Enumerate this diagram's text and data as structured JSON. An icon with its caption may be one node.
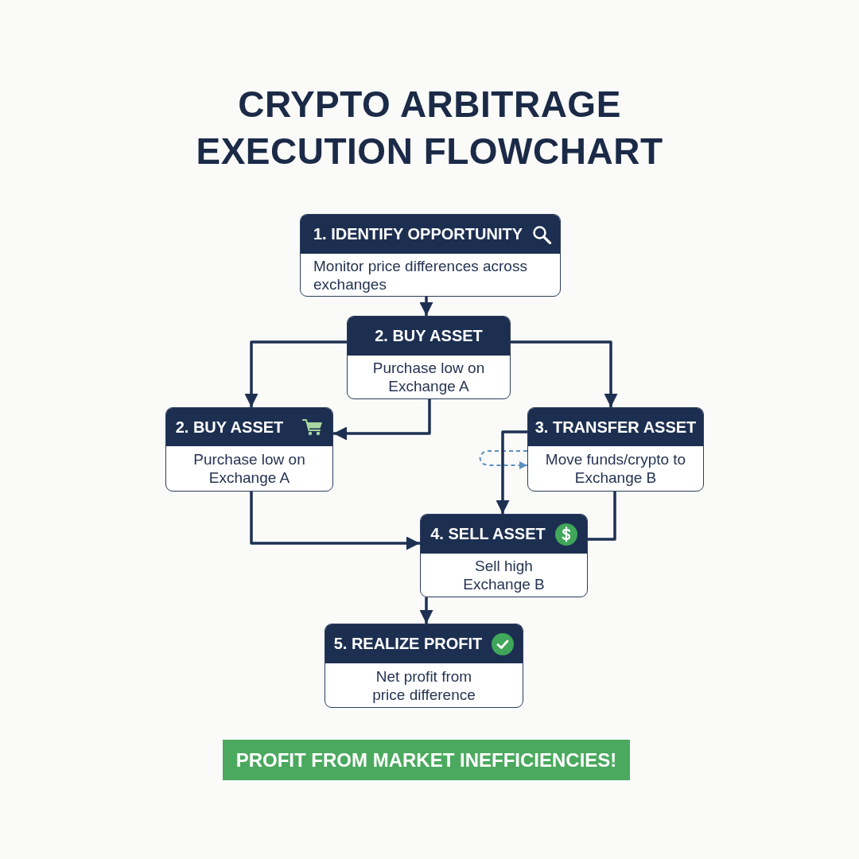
{
  "diagram": {
    "title": "CRYPTO ARBITRAGE EXECUTION FLOWCHART",
    "nodes": [
      {
        "text": [
          "1. IDENTIFY OPPORTUNITY",
          "Monitor price differences across exchanges"
        ]
      },
      {
        "text": [
          "2. BUY ASSET",
          "Purchase low on Exchange A"
        ]
      },
      {
        "text": [
          "2. BUY ASSET",
          "Purchase low on Exchange A"
        ]
      },
      {
        "text": [
          "3. TRANSFER ASSET",
          "Move funds/crypto to Exchange B"
        ]
      },
      {
        "text": [
          "4. SELL ASSET",
          "Sell high Exchange B"
        ]
      },
      {
        "text": [
          "5. REALIZE PROFIT",
          "Net profit from price difference"
        ]
      },
      {
        "text": [
          "PROFIT FROM MARKET INEFFICIENCIES!"
        ]
      }
    ],
    "edges": [
      {
        "from": 0,
        "to": 1,
        "arrow": "to"
      },
      {
        "from": 1,
        "to": 2,
        "arrow": "to"
      },
      {
        "from": 1,
        "to": 3,
        "arrow": "to"
      },
      {
        "from": 1,
        "to": 2,
        "arrow": "to"
      },
      {
        "from": 3,
        "to": 3,
        "arrow": "to",
        "style": "dashed",
        "color": "#5b8fc0"
      },
      {
        "from": 3,
        "to": 4,
        "arrow": "to"
      },
      {
        "from": 2,
        "to": 4,
        "arrow": "to"
      },
      {
        "from": 3,
        "to": 4,
        "arrow": "none"
      },
      {
        "from": 4,
        "to": 5,
        "arrow": "to"
      }
    ]
  }
}
